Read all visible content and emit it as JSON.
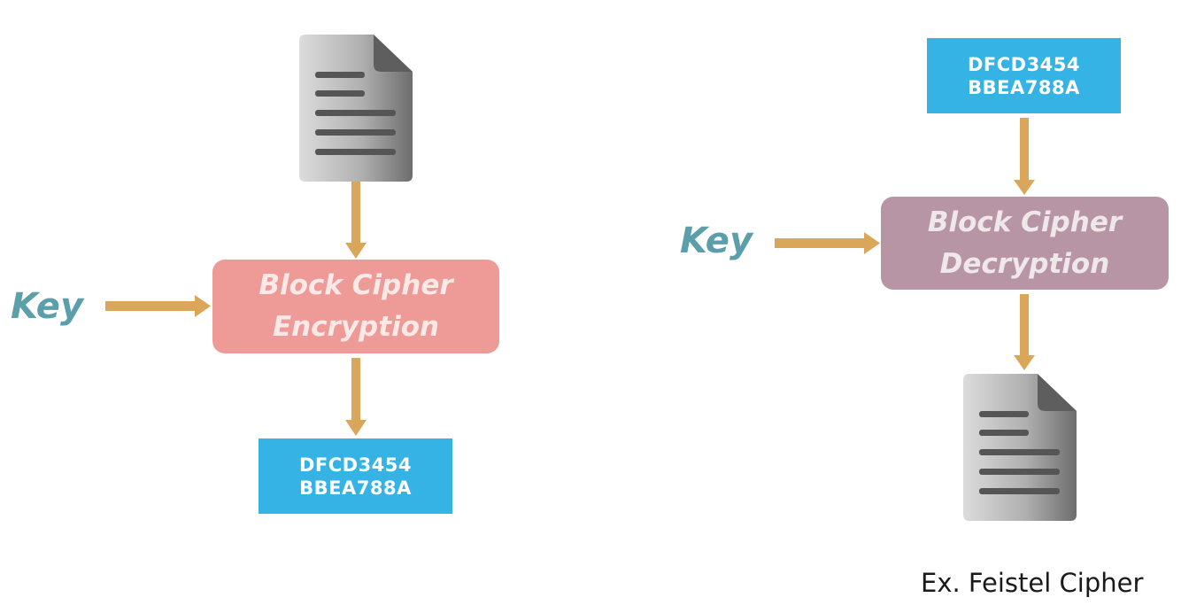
{
  "colors": {
    "arrow": "#d9a65a",
    "hex_box": "#34b3e4",
    "encryption_box": "#ee9a97",
    "decryption_box": "#b895a4",
    "key_text": "#5b9faa"
  },
  "encryption": {
    "key_label": "Key",
    "cipher_line1": "Block Cipher",
    "cipher_line2": "Encryption",
    "output_line1": "DFCD3454",
    "output_line2": "BBEA788A",
    "input_icon": "document-icon"
  },
  "decryption": {
    "key_label": "Key",
    "input_line1": "DFCD3454",
    "input_line2": "BBEA788A",
    "cipher_line1": "Block Cipher",
    "cipher_line2": "Decryption",
    "output_icon": "document-icon"
  },
  "caption": "Ex. Feistel Cipher"
}
